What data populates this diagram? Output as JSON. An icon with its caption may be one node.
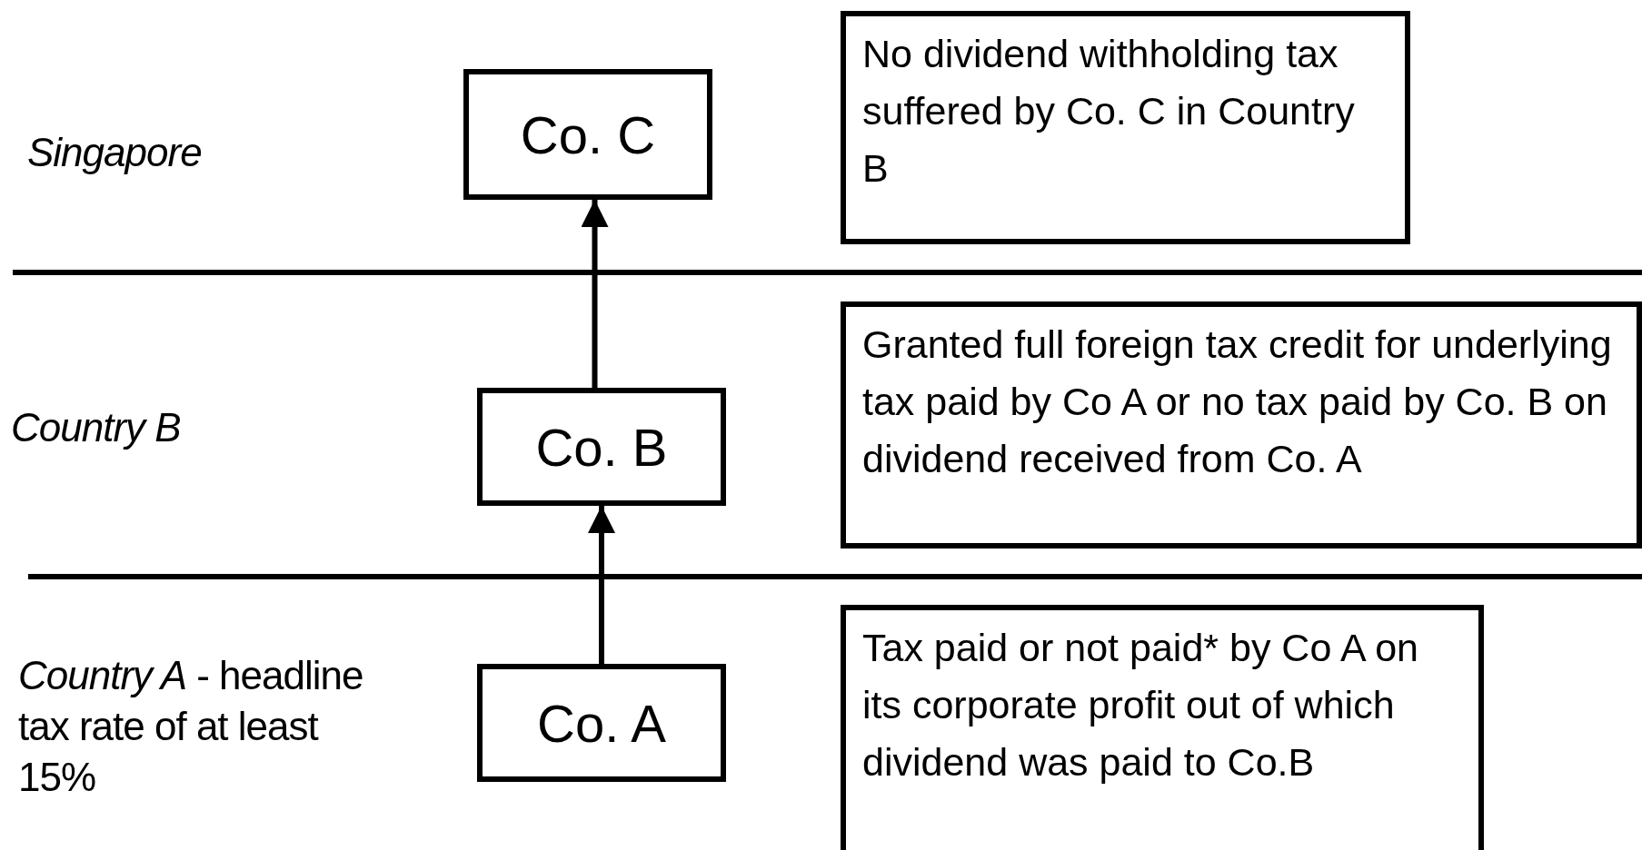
{
  "diagram": {
    "nodes": [
      {
        "text": [
          "Co. C"
        ]
      },
      {
        "text": [
          "No dividend withholding tax suffered by Co. C in Country B"
        ]
      },
      {
        "text": [
          "Co. B"
        ]
      },
      {
        "text": [
          "Granted full foreign tax credit for underlying tax paid by Co A or no tax paid by Co. B on dividend received from Co. A"
        ]
      },
      {
        "text": [
          "Co. A"
        ]
      },
      {
        "text": [
          "Tax paid or not paid* by Co A on its corporate profit out of which dividend was paid to Co.B"
        ]
      }
    ],
    "edges": [
      {
        "from": 2,
        "to": 0,
        "arrow": "to"
      },
      {
        "from": 4,
        "to": 2,
        "arrow": "to"
      }
    ],
    "labels": [
      "*Singapore*",
      "*Country B*",
      "*Country A* - headline tax rate of at least 15%"
    ]
  }
}
